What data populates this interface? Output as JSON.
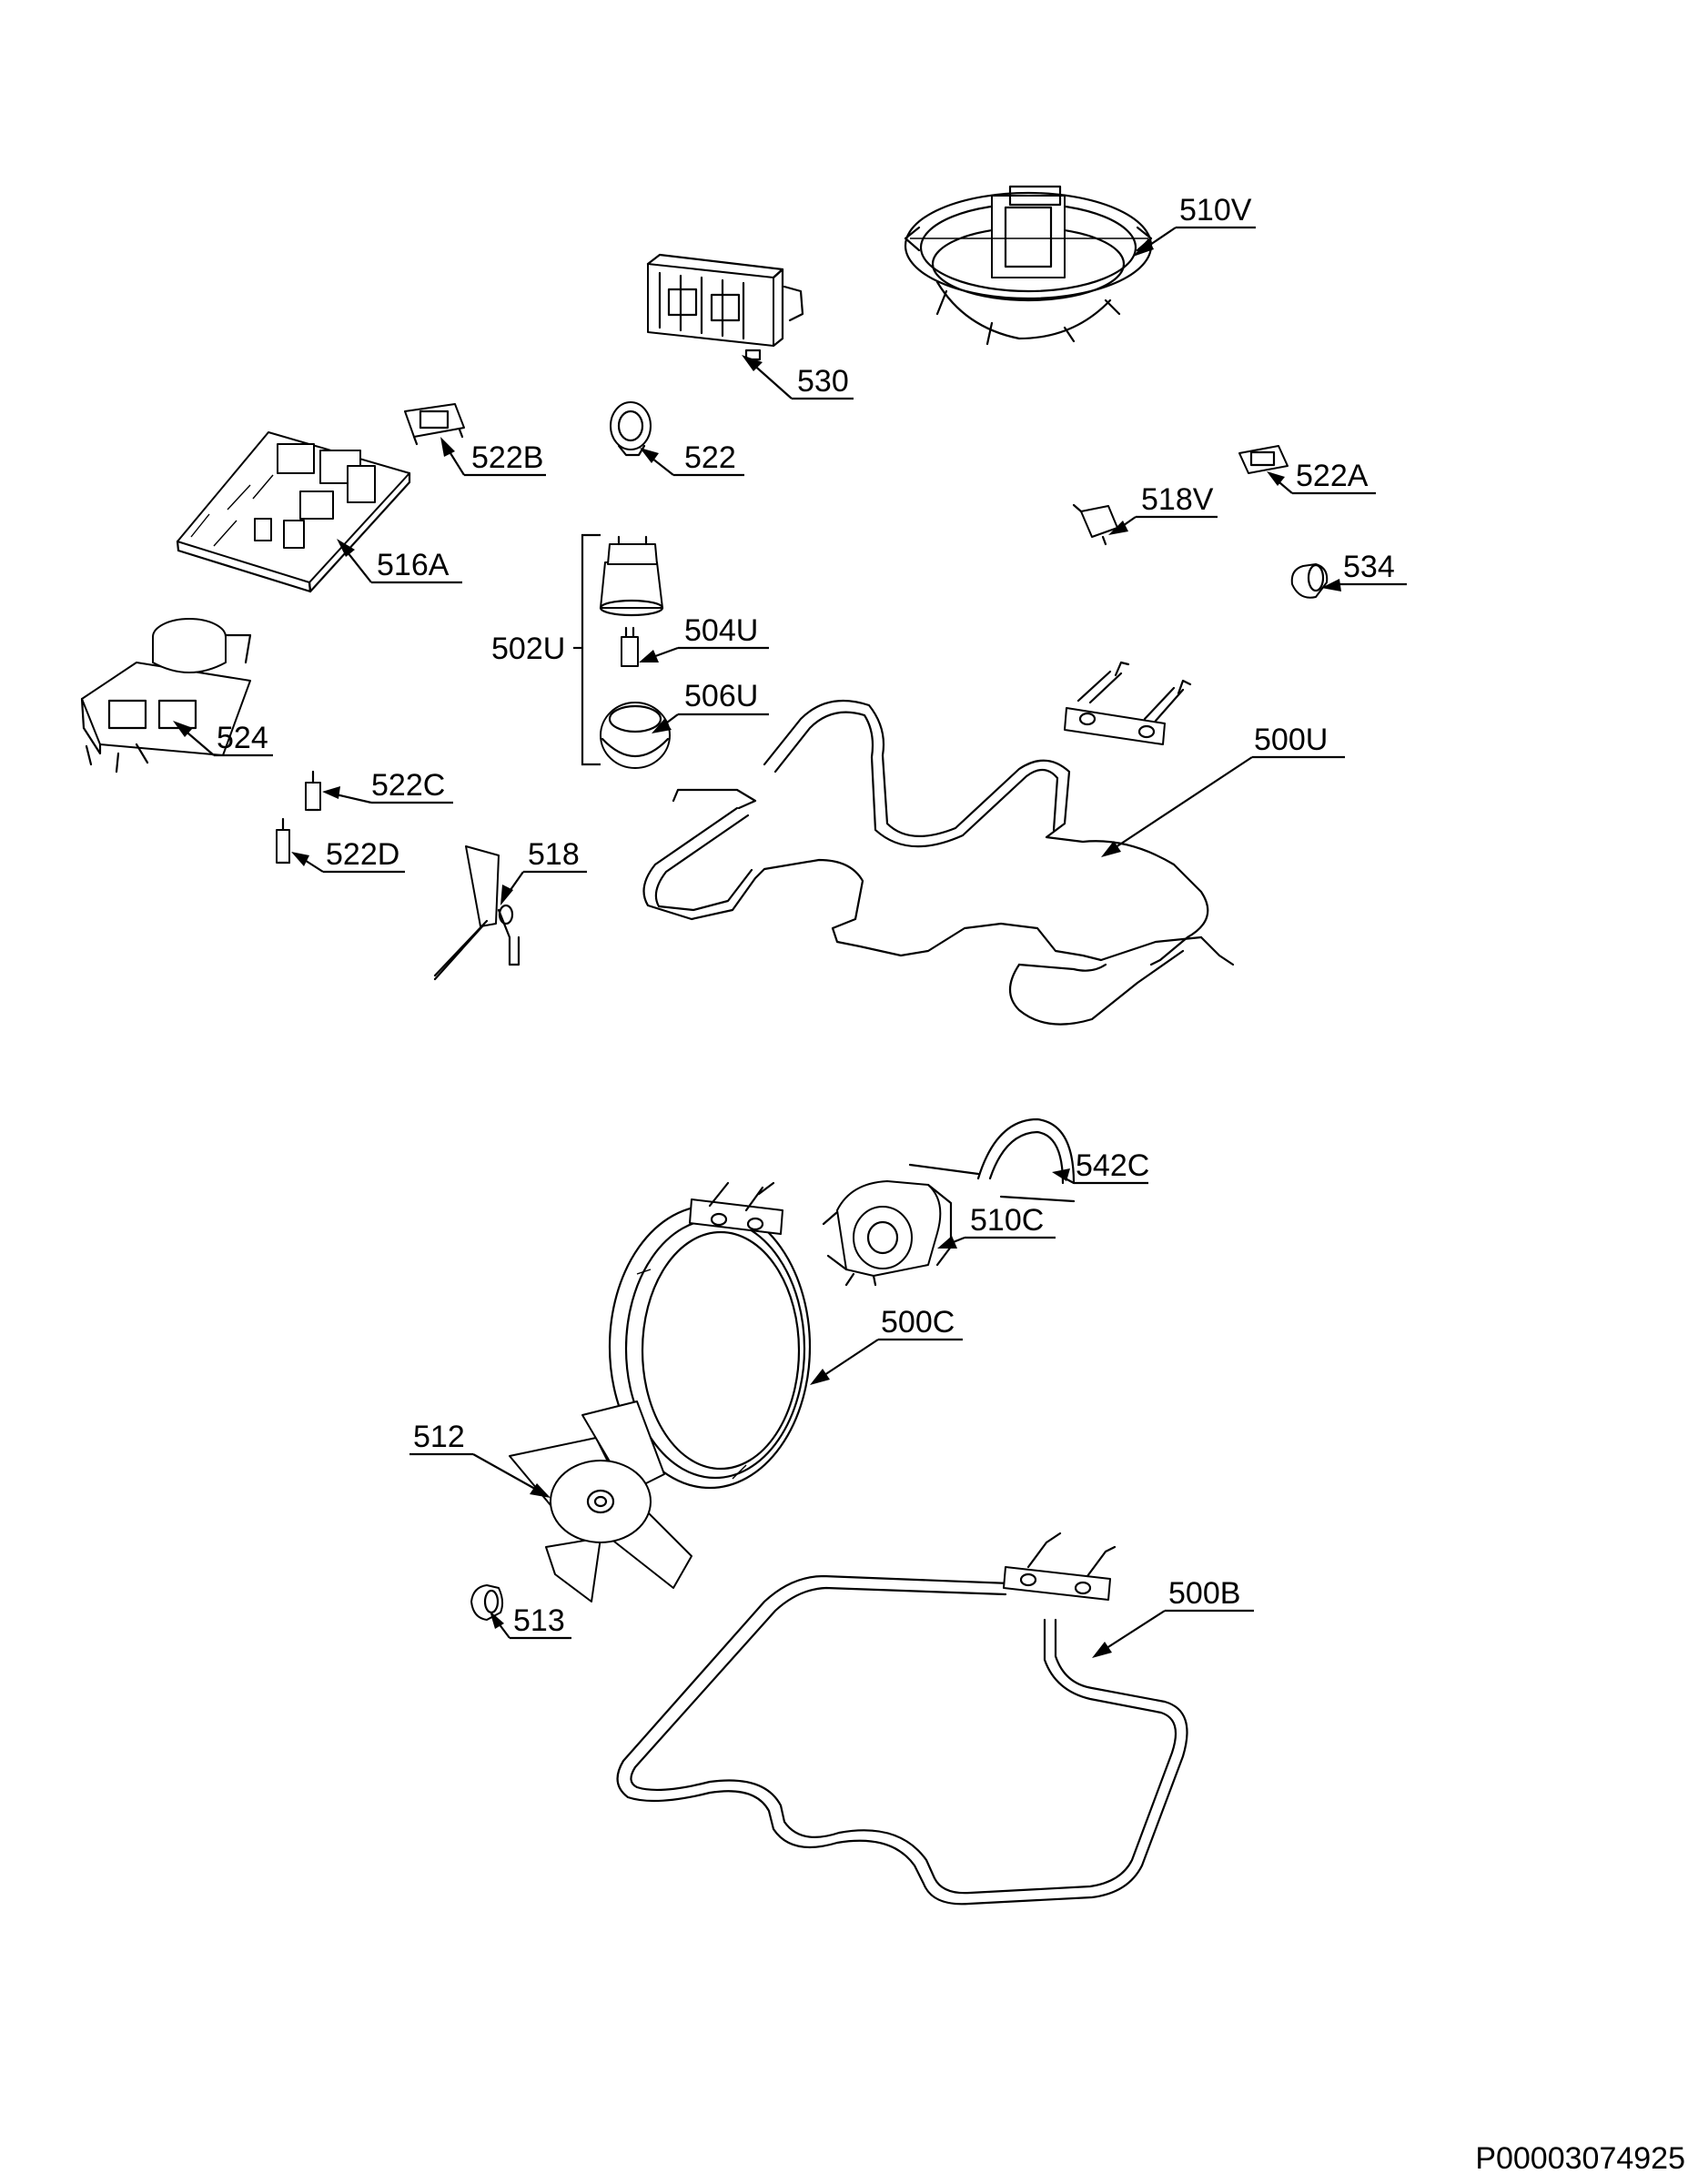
{
  "callouts": [
    {
      "id": "510V"
    },
    {
      "id": "530"
    },
    {
      "id": "522B"
    },
    {
      "id": "522"
    },
    {
      "id": "522A"
    },
    {
      "id": "518V"
    },
    {
      "id": "516A"
    },
    {
      "id": "534"
    },
    {
      "id": "502U"
    },
    {
      "id": "504U"
    },
    {
      "id": "506U"
    },
    {
      "id": "524"
    },
    {
      "id": "500U"
    },
    {
      "id": "522C"
    },
    {
      "id": "522D"
    },
    {
      "id": "518"
    },
    {
      "id": "542C"
    },
    {
      "id": "510C"
    },
    {
      "id": "500C"
    },
    {
      "id": "512"
    },
    {
      "id": "500B"
    },
    {
      "id": "513"
    }
  ],
  "document_number": "P00003074925"
}
